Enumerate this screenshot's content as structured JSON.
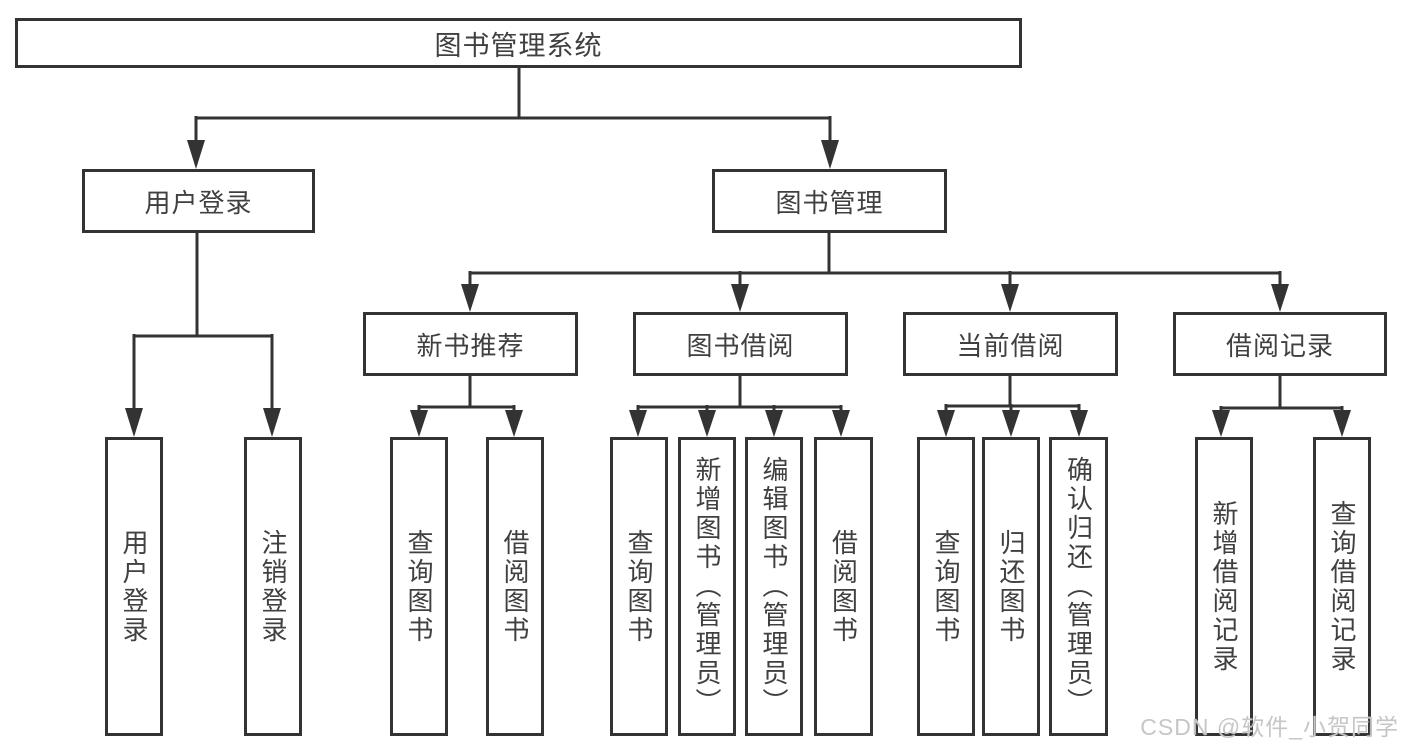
{
  "diagram": {
    "type": "hierarchy-tree",
    "orientation": "top-down",
    "colors": {
      "line": "#333333",
      "node_border": "#333333",
      "node_background": "#ffffff",
      "text": "#404040",
      "watermark_text": "#c6c6c6",
      "background": "#ffffff"
    },
    "root": {
      "label": "图书管理系统"
    },
    "branches": [
      {
        "label": "用户登录",
        "children": [
          {
            "label": "用户登录"
          },
          {
            "label": "注销登录"
          }
        ]
      },
      {
        "label": "图书管理",
        "children": [
          {
            "label": "新书推荐",
            "children": [
              {
                "label": "查询图书"
              },
              {
                "label": "借阅图书"
              }
            ]
          },
          {
            "label": "图书借阅",
            "children": [
              {
                "label": "查询图书"
              },
              {
                "label": "新增图书（管理员）"
              },
              {
                "label": "编辑图书（管理员）"
              },
              {
                "label": "借阅图书"
              }
            ]
          },
          {
            "label": "当前借阅",
            "children": [
              {
                "label": "查询图书"
              },
              {
                "label": "归还图书"
              },
              {
                "label": "确认归还（管理员）"
              }
            ]
          },
          {
            "label": "借阅记录",
            "children": [
              {
                "label": "新增借阅记录"
              },
              {
                "label": "查询借阅记录"
              }
            ]
          }
        ]
      }
    ]
  },
  "watermark": {
    "text": "CSDN @软件_小贺同学"
  }
}
